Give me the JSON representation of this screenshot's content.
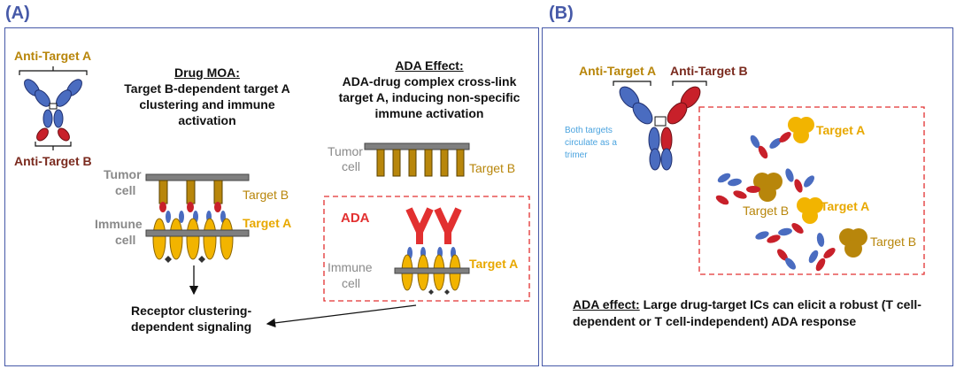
{
  "panelA": {
    "label": "(A)",
    "legend_anti_a": "Anti-Target A",
    "legend_anti_b": "Anti-Target B",
    "moa_title": "Drug MOA:",
    "moa_line1": "Target B-dependent target A",
    "moa_line2": "clustering and immune",
    "moa_line3": "activation",
    "ada_title": "ADA Effect:",
    "ada_line1": "ADA-drug complex cross-link",
    "ada_line2": "target A, inducing non-specific",
    "ada_line3": "immune activation",
    "tumor_word": "Tumor",
    "cell_word": "cell",
    "immune_word": "Immune",
    "target_b": "Target B",
    "target_a": "Target A",
    "ada_label": "ADA",
    "result_line1": "Receptor clustering-",
    "result_line2": "dependent signaling"
  },
  "panelB": {
    "label": "(B)",
    "anti_a": "Anti-Target A",
    "anti_b": "Anti-Target B",
    "note_line1": "Both targets",
    "note_line2": "circulate as a",
    "note_line3": "trimer",
    "target_a": "Target A",
    "target_b": "Target B",
    "effect_label": "ADA effect:",
    "effect_line1": "Large drug-target ICs can elicit a robust (T cell-",
    "effect_line2": "dependent or T cell-independent) ADA response"
  },
  "colors": {
    "frame": "#4659a8",
    "arm_blue": "#4a6cc0",
    "arm_red": "#c8202a",
    "target_a_gold": "#f2b400",
    "target_b_olive": "#b8860b",
    "ada_red": "#e23030",
    "membrane_gray": "#7f7f7f",
    "dashed_red": "#e23030"
  }
}
